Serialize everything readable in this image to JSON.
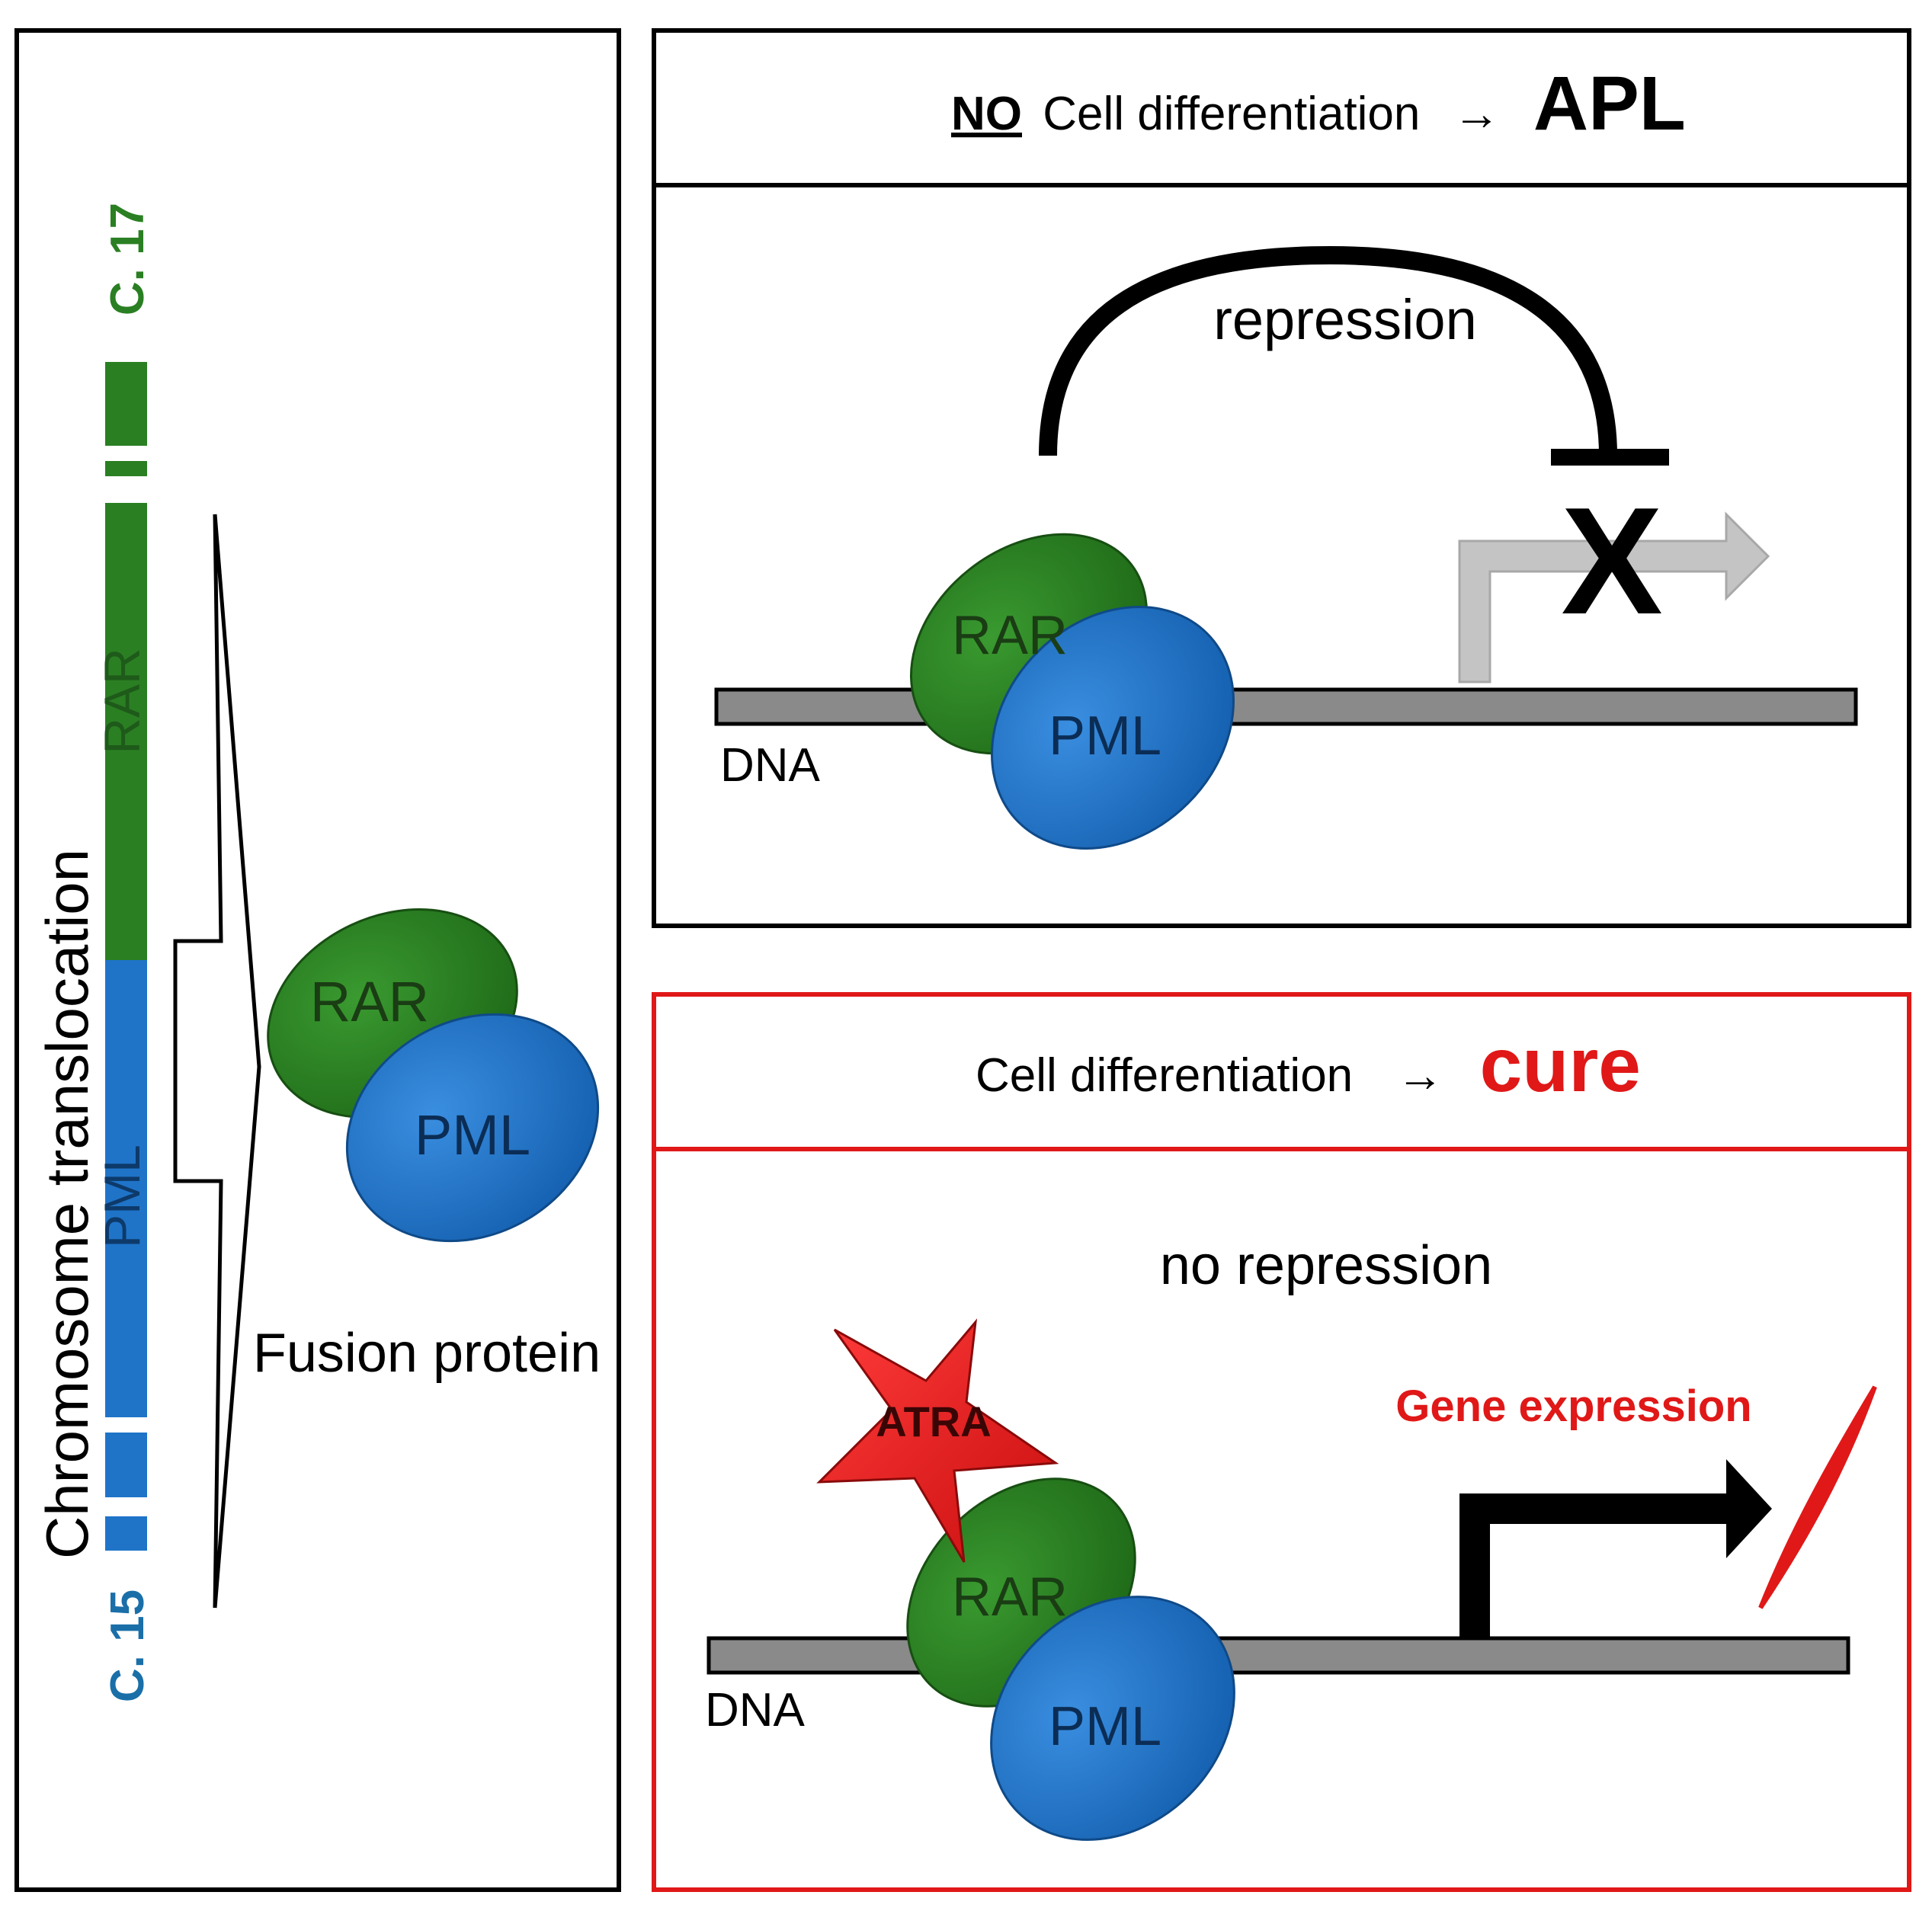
{
  "left_panel": {
    "vertical_title": "Chromosome translocation",
    "chr17_label": "C. 17",
    "chr15_label": "C. 15",
    "rar_segment_label": "RAR",
    "pml_segment_label": "PML",
    "fusion_rar": "RAR",
    "fusion_pml": "PML",
    "fusion_caption": "Fusion protein"
  },
  "top_panel": {
    "header_no": "NO",
    "header_text": "Cell differentiation",
    "header_arrow": "→",
    "header_result": "APL",
    "repression_label": "repression",
    "blocked_mark": "X",
    "dna_label": "DNA",
    "rar": "RAR",
    "pml": "PML"
  },
  "bottom_panel": {
    "header_text": "Cell differentiation",
    "header_arrow": "→",
    "header_result": "cure",
    "no_repression_label": "no repression",
    "gene_expression_label": "Gene expression",
    "atra_label": "ATRA",
    "dna_label": "DNA",
    "rar": "RAR",
    "pml": "PML"
  },
  "colors": {
    "green": "#2a7f22",
    "blue": "#1f74c8",
    "red": "#e01818",
    "dna_gray": "#8a8a8a",
    "light_gray_arrow": "#c4c4c4",
    "label_teal": "#1a6fa8"
  }
}
